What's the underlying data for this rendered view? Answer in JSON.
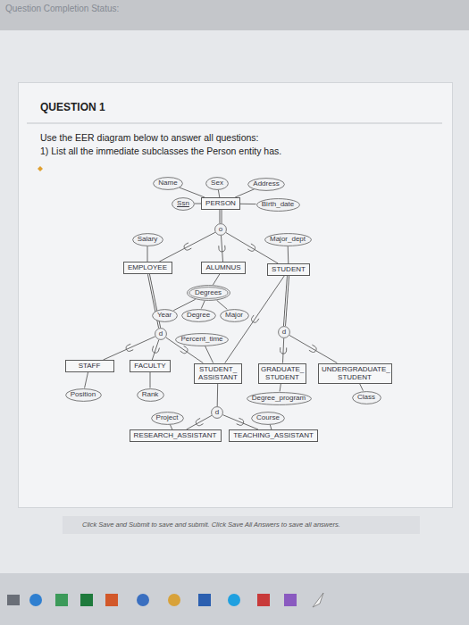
{
  "diagram": {
    "nodes": [
      {
        "text": [
          "Name"
        ]
      },
      {
        "text": [
          "Sex"
        ]
      },
      {
        "text": [
          "Address"
        ]
      },
      {
        "text": [
          "Ssn"
        ]
      },
      {
        "text": [
          "PERSON"
        ]
      },
      {
        "text": [
          "Birth_date"
        ]
      },
      {
        "text": [
          "o"
        ]
      },
      {
        "text": [
          "Salary"
        ]
      },
      {
        "text": [
          "Major_dept"
        ]
      },
      {
        "text": [
          "EMPLOYEE"
        ]
      },
      {
        "text": [
          "ALUMNUS"
        ]
      },
      {
        "text": [
          "STUDENT"
        ]
      },
      {
        "text": [
          "Degrees"
        ]
      },
      {
        "text": [
          "Year"
        ]
      },
      {
        "text": [
          "Degree"
        ]
      },
      {
        "text": [
          "Major"
        ]
      },
      {
        "text": [
          "d"
        ]
      },
      {
        "text": [
          "Percent_time"
        ]
      },
      {
        "text": [
          "d"
        ]
      },
      {
        "text": [
          "STAFF"
        ]
      },
      {
        "text": [
          "FACULTY"
        ]
      },
      {
        "text": [
          "STUDENT_ ASSISTANT"
        ]
      },
      {
        "text": [
          "GRADUATE_ STUDENT"
        ]
      },
      {
        "text": [
          "UNDERGRADUATE_ STUDENT"
        ]
      },
      {
        "text": [
          "Position"
        ]
      },
      {
        "text": [
          "Rank"
        ]
      },
      {
        "text": [
          "Degree_program"
        ]
      },
      {
        "text": [
          "Class"
        ]
      },
      {
        "text": [
          "d"
        ]
      },
      {
        "text": [
          "Project"
        ]
      },
      {
        "text": [
          "Course"
        ]
      },
      {
        "text": [
          "RESEARCH_ASSISTANT"
        ]
      },
      {
        "text": [
          "TEACHING_ASSISTANT"
        ]
      }
    ],
    "edges": [
      {
        "from": 0,
        "to": 4,
        "arrow": "none"
      },
      {
        "from": 1,
        "to": 4,
        "arrow": "none"
      },
      {
        "from": 2,
        "to": 4,
        "arrow": "none"
      },
      {
        "from": 3,
        "to": 4,
        "arrow": "none"
      },
      {
        "from": 5,
        "to": 4,
        "arrow": "none"
      },
      {
        "from": 4,
        "to": 6,
        "arrow": "none"
      },
      {
        "from": 6,
        "to": 9,
        "arrow": "none"
      },
      {
        "from": 6,
        "to": 10,
        "arrow": "none"
      },
      {
        "from": 6,
        "to": 11,
        "arrow": "none"
      },
      {
        "from": 7,
        "to": 9,
        "arrow": "none"
      },
      {
        "from": 8,
        "to": 11,
        "arrow": "none"
      },
      {
        "from": 10,
        "to": 12,
        "arrow": "none"
      },
      {
        "from": 12,
        "to": 13,
        "arrow": "none"
      },
      {
        "from": 12,
        "to": 14,
        "arrow": "none"
      },
      {
        "from": 12,
        "to": 15,
        "arrow": "none"
      },
      {
        "from": 9,
        "to": 16,
        "arrow": "none"
      },
      {
        "from": 16,
        "to": 19,
        "arrow": "none"
      },
      {
        "from": 16,
        "to": 20,
        "arrow": "none"
      },
      {
        "from": 16,
        "to": 21,
        "arrow": "none"
      },
      {
        "from": 11,
        "to": 21,
        "arrow": "none"
      },
      {
        "from": 17,
        "to": 21,
        "arrow": "none"
      },
      {
        "from": 11,
        "to": 18,
        "arrow": "none"
      },
      {
        "from": 18,
        "to": 22,
        "arrow": "none"
      },
      {
        "from": 18,
        "to": 23,
        "arrow": "none"
      },
      {
        "from": 19,
        "to": 24,
        "arrow": "none"
      },
      {
        "from": 20,
        "to": 25,
        "arrow": "none"
      },
      {
        "from": 22,
        "to": 26,
        "arrow": "none"
      },
      {
        "from": 23,
        "to": 27,
        "arrow": "none"
      },
      {
        "from": 21,
        "to": 28,
        "arrow": "none"
      },
      {
        "from": 28,
        "to": 31,
        "arrow": "none"
      },
      {
        "from": 28,
        "to": 32,
        "arrow": "none"
      },
      {
        "from": 29,
        "to": 31,
        "arrow": "none"
      },
      {
        "from": 30,
        "to": 32,
        "arrow": "none"
      }
    ],
    "labels": [
      "Question Completion Status:",
      "QUESTION 1",
      "Use the EER diagram below to answer all questions:",
      "1) List all the immediate subclasses the Person entity has.",
      "Click Save and Submit to save and submit. Click Save All Answers to save all answers."
    ]
  }
}
